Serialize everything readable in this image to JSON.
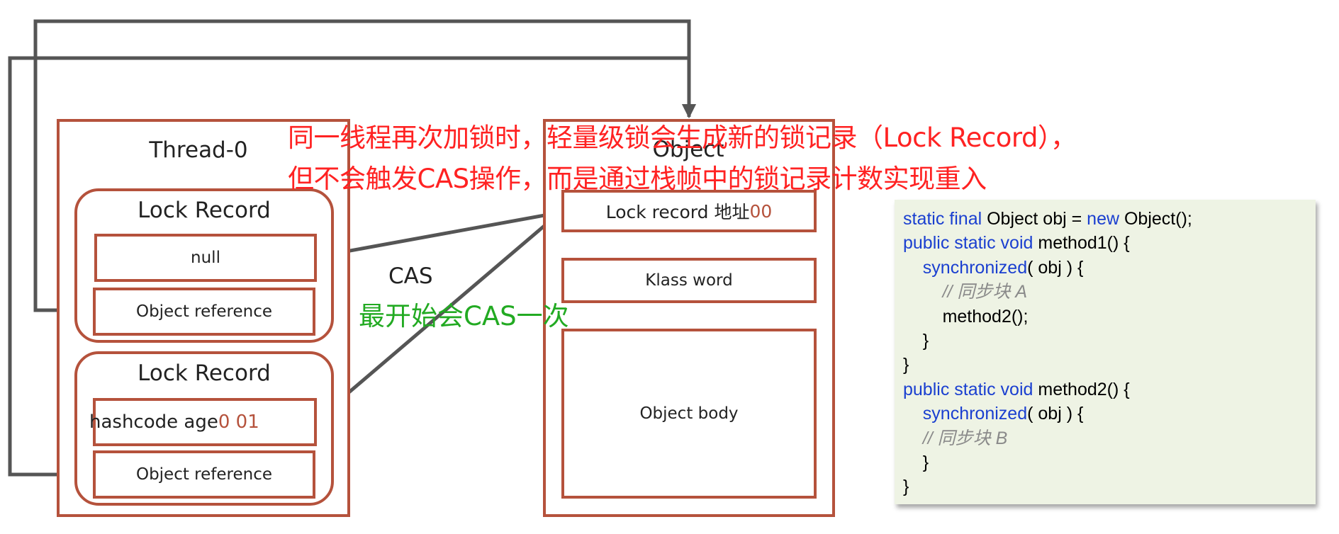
{
  "thread": {
    "title": "Thread-0",
    "lock_records": [
      {
        "title": "Lock Record",
        "slot1": "null",
        "slot2": "Object reference"
      },
      {
        "title": "Lock Record",
        "slot1_text": "hashcode age ",
        "slot1_bits": "0 01",
        "slot2": "Object reference"
      }
    ]
  },
  "object": {
    "title": "Object",
    "mark_word_text": "Lock record 地址 ",
    "mark_word_bits": "00",
    "klass": "Klass word",
    "body": "Object body"
  },
  "cas_label": "CAS",
  "notes": {
    "line1": "同一线程再次加锁时，轻量级锁会生成新的锁记录（Lock Record），",
    "line2": "但不会触发CAS操作，而是通过栈帧中的锁记录计数实现重入",
    "green": "最开始会CAS一次"
  },
  "colors": {
    "box_border": "#b5523c",
    "note_red": "#ff2222",
    "note_green": "#22aa22",
    "arrow": "#555555",
    "code_keyword": "#1a3fd0",
    "code_comment": "#8a8a8a",
    "code_bg": "#eef3e4"
  },
  "code": [
    [
      {
        "t": "static final ",
        "c": "kw"
      },
      {
        "t": "Object obj = ",
        "c": ""
      },
      {
        "t": "new ",
        "c": "kw"
      },
      {
        "t": "Object();",
        "c": ""
      }
    ],
    [
      {
        "t": "public static void ",
        "c": "kw"
      },
      {
        "t": "method1() {",
        "c": ""
      }
    ],
    [
      {
        "t": "    ",
        "c": ""
      },
      {
        "t": "synchronized",
        "c": "kw"
      },
      {
        "t": "( obj ) {",
        "c": ""
      }
    ],
    [
      {
        "t": "        // 同步块 A",
        "c": "cm"
      }
    ],
    [
      {
        "t": "        method2();",
        "c": ""
      }
    ],
    [
      {
        "t": "    }",
        "c": ""
      }
    ],
    [
      {
        "t": "}",
        "c": ""
      }
    ],
    [
      {
        "t": "public static void ",
        "c": "kw"
      },
      {
        "t": "method2() {",
        "c": ""
      }
    ],
    [
      {
        "t": "    ",
        "c": ""
      },
      {
        "t": "synchronized",
        "c": "kw"
      },
      {
        "t": "( obj ) {",
        "c": ""
      }
    ],
    [
      {
        "t": "    // 同步块 B",
        "c": "cm"
      }
    ],
    [
      {
        "t": "    }",
        "c": ""
      }
    ],
    [
      {
        "t": "}",
        "c": ""
      }
    ]
  ]
}
